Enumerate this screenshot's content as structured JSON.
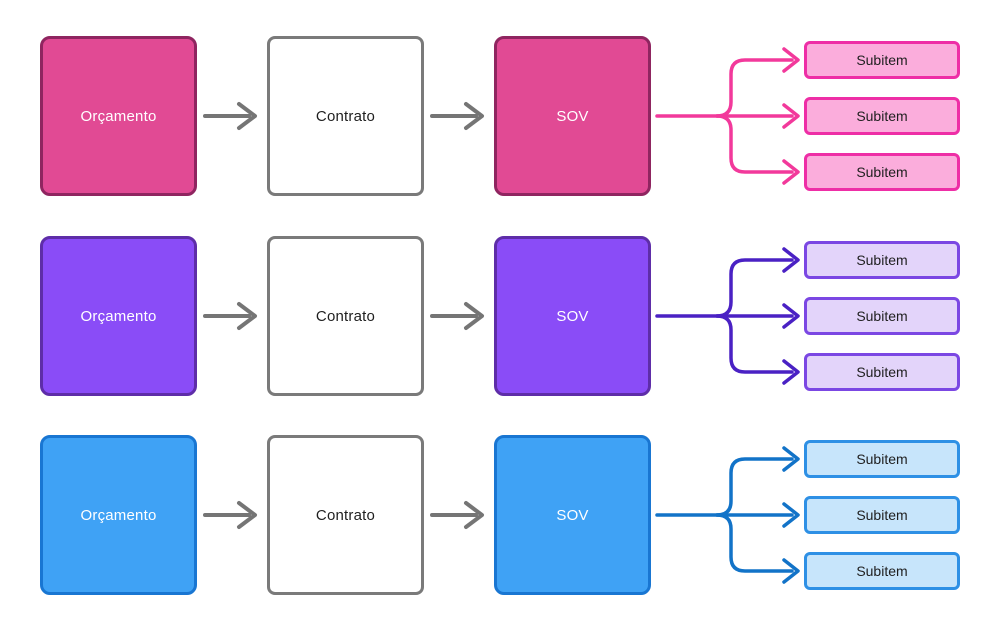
{
  "palette": {
    "background": "#FFFFFF",
    "connector_gray": "#757575",
    "white_box_fill": "#FFFFFF",
    "white_box_border": "#7A7A7A",
    "box_text_light": "#FFFFFF",
    "box_text_dark": "#1F1F1F"
  },
  "rows": [
    {
      "source_label": "Orçamento",
      "middle_label": "Contrato",
      "sov_label": "SOV",
      "subitems": [
        "Subitem",
        "Subitem",
        "Subitem"
      ],
      "colors": {
        "box_fill": "#E14A94",
        "box_border": "#8F2560",
        "line": "#F2399B",
        "sub_fill": "#FBADDC",
        "sub_border": "#EE2EA6"
      }
    },
    {
      "source_label": "Orçamento",
      "middle_label": "Contrato",
      "sov_label": "SOV",
      "subitems": [
        "Subitem",
        "Subitem",
        "Subitem"
      ],
      "colors": {
        "box_fill": "#8A4CF7",
        "box_border": "#5E2DA8",
        "line": "#4A21C4",
        "sub_fill": "#E3D4FA",
        "sub_border": "#7B47E3"
      }
    },
    {
      "source_label": "Orçamento",
      "middle_label": "Contrato",
      "sov_label": "SOV",
      "subitems": [
        "Subitem",
        "Subitem",
        "Subitem"
      ],
      "colors": {
        "box_fill": "#3FA2F5",
        "box_border": "#1976D2",
        "line": "#1273C8",
        "sub_fill": "#C7E5FB",
        "sub_border": "#2E90E5"
      }
    }
  ]
}
